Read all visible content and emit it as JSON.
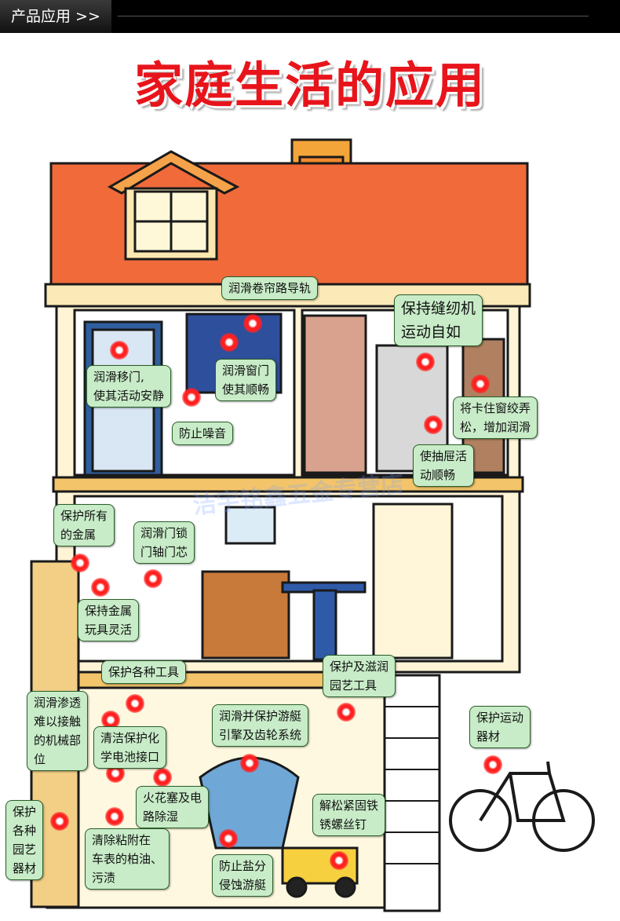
{
  "header": {
    "section_label": "产品应用  >>"
  },
  "title": "家庭生活的应用",
  "watermark": "洁宇铭鑫五金专营店",
  "labels": [
    "润滑卷帘路导轨",
    "保持缝纫机\n运动自如",
    "润滑移门,\n使其活动安静",
    "润滑窗门\n使其顺畅",
    "防止噪音",
    "将卡住窗绞弄\n松，增加润滑",
    "使抽屉活\n动顺畅",
    "保护所有\n的金属",
    "润滑门锁\n门轴门芯",
    "保持金属\n玩具灵活",
    "保护各种工具",
    "保护及滋润\n园艺工具",
    "润滑渗透\n难以接触\n的机械部\n位",
    "润滑并保护游艇\n引擎及齿轮系统",
    "保护运动\n器材",
    "清洁保护化\n学电池接口",
    "火花塞及电\n路除湿",
    "解松紧固铁\n锈螺丝钉",
    "保护\n各种\n园艺\n器材",
    "清除粘附在\n车表的柏油、\n污渍",
    "防止盐分\n侵蚀游艇"
  ]
}
